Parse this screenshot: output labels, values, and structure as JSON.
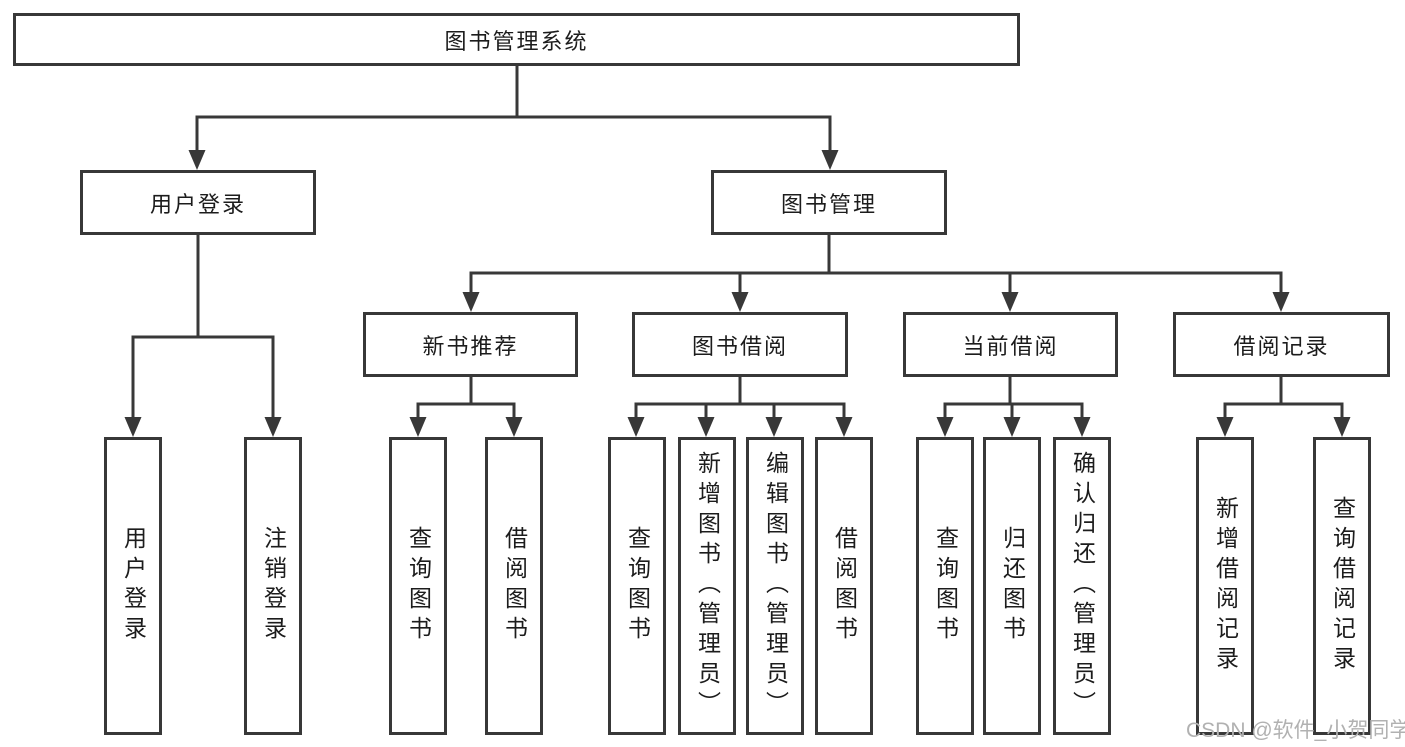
{
  "tree": {
    "root": {
      "label": "图书管理系统"
    },
    "branches": [
      {
        "label": "用户登录",
        "children": [
          {
            "label": "用户登录"
          },
          {
            "label": "注销登录"
          }
        ]
      },
      {
        "label": "图书管理",
        "children": [
          {
            "label": "新书推荐",
            "children": [
              {
                "label": "查询图书"
              },
              {
                "label": "借阅图书"
              }
            ]
          },
          {
            "label": "图书借阅",
            "children": [
              {
                "label": "查询图书"
              },
              {
                "label": "新增图书（管理员）"
              },
              {
                "label": "编辑图书（管理员）"
              },
              {
                "label": "借阅图书"
              }
            ]
          },
          {
            "label": "当前借阅",
            "children": [
              {
                "label": "查询图书"
              },
              {
                "label": "归还图书"
              },
              {
                "label": "确认归还（管理员）"
              }
            ]
          },
          {
            "label": "借阅记录",
            "children": [
              {
                "label": "新增借阅记录"
              },
              {
                "label": "查询借阅记录"
              }
            ]
          }
        ]
      }
    ]
  },
  "watermark": {
    "text": "CSDN @软件_小贺同学"
  },
  "colors": {
    "line": "#383838",
    "text": "#1c1c1c",
    "watermark": "#b1b1b1",
    "background": "#ffffff"
  }
}
